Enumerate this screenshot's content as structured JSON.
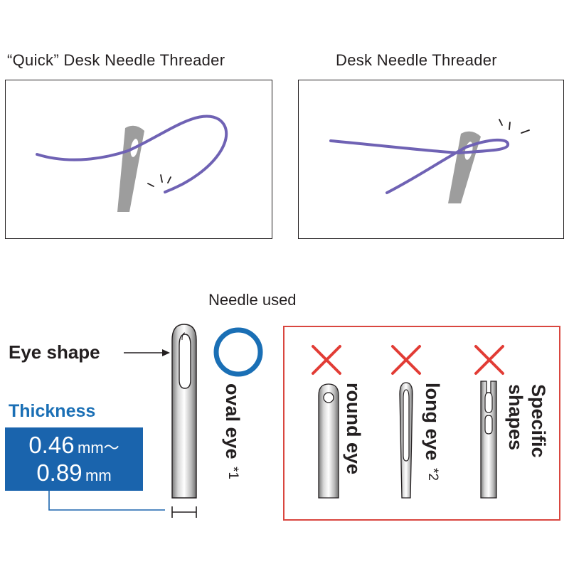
{
  "panels": {
    "quick_title": "“Quick” Desk Needle Threader",
    "desk_title": "Desk Needle Threader"
  },
  "needle_used": "Needle used",
  "eye_shape_label": "Eye shape",
  "thickness": {
    "label": "Thickness",
    "min_value": "0.46",
    "min_unit": "mm〜",
    "max_value": "0.89",
    "max_unit": "mm"
  },
  "ok_eye": {
    "label": "oval eye",
    "note": "*1"
  },
  "ng_eyes": [
    {
      "label": "round eye",
      "note": ""
    },
    {
      "label": "long eye",
      "note": "*2"
    },
    {
      "label_line1": "Specific",
      "label_line2": "shapes",
      "note": ""
    }
  ],
  "colors": {
    "thread": "#6f62b4",
    "needle_gray": "#9d9d9d",
    "accent_blue": "#1a64ad",
    "ok_circle": "#1a6fb5",
    "ng_cross": "#e23c35",
    "ng_frame": "#d9463f"
  }
}
